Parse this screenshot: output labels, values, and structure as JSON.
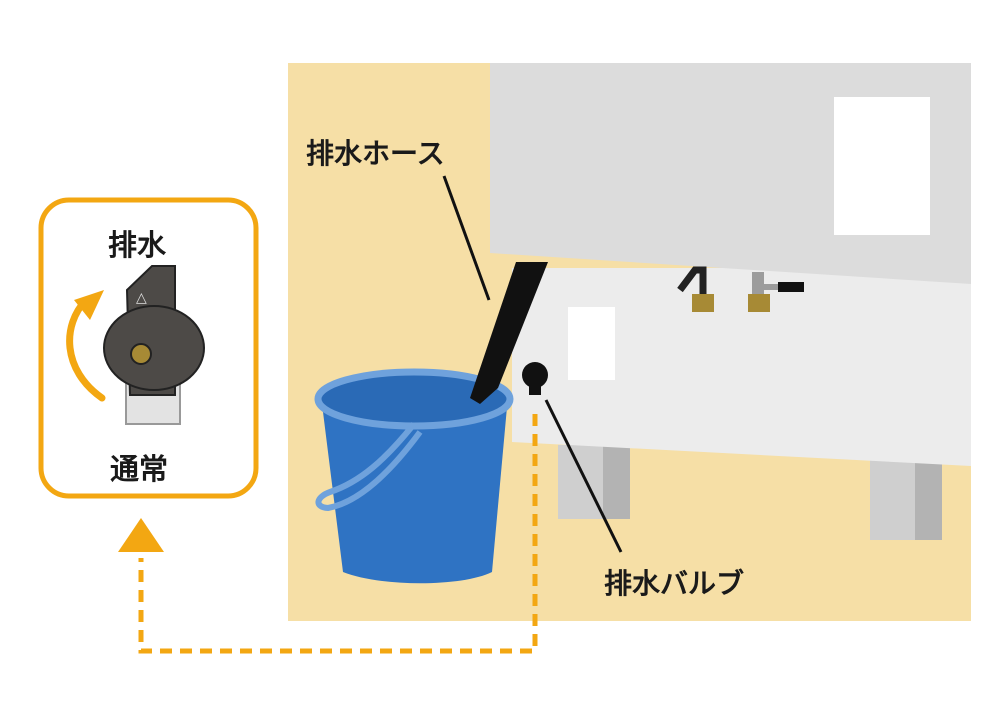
{
  "labels": {
    "hose": "排水ホース",
    "valve": "排水バルブ",
    "drain": "排水",
    "normal": "通常"
  },
  "icons": {
    "lever_mark": "△"
  },
  "colors": {
    "background": "#f6dfa6",
    "accent": "#f3a712",
    "tank": "#dcdcdc",
    "base": "#ececec",
    "bucket": "#2f73c3",
    "bucket_rim": "#6fa2dc",
    "knob": "#4d4a47",
    "fitting": "#a78a35"
  }
}
